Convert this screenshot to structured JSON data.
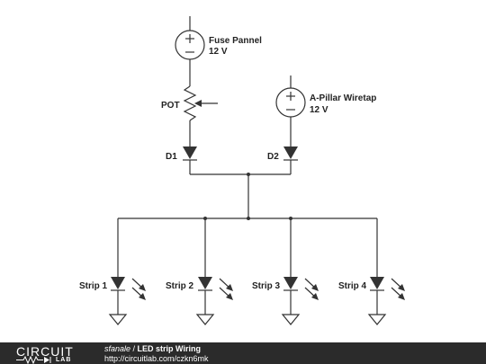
{
  "labels": {
    "fuse_name": "Fuse Pannel",
    "fuse_voltage": "12 V",
    "pillar_name": "A-Pillar Wiretap",
    "pillar_voltage": "12 V",
    "pot": "POT",
    "d1": "D1",
    "d2": "D2"
  },
  "strips": [
    {
      "label": "Strip 1"
    },
    {
      "label": "Strip 2"
    },
    {
      "label": "Strip 3"
    },
    {
      "label": "Strip 4"
    }
  ],
  "footer": {
    "logo_top": "CIRCUIT",
    "logo_bottom": "LAB",
    "author": "sfanale",
    "separator": " / ",
    "title": "LED strip Wiring",
    "url": "http://circuitlab.com/czkn6mk"
  },
  "colors": {
    "ink": "#333333",
    "footer_bg": "#2b2b2b"
  }
}
